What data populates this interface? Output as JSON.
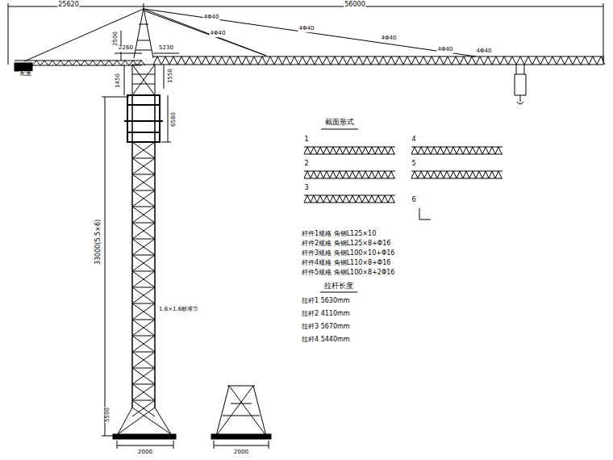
{
  "diagram": {
    "labels": [
      "25620",
      "56000",
      "2500",
      "4Φ40",
      "4Φ40",
      "4Φ40",
      "4Φ40",
      "4Φ40",
      "4Φ40",
      "2260",
      "5230",
      "配重",
      "1450",
      "1550",
      "6580",
      "33000(5.5×6)",
      "1.6×1.6标准节",
      "5500",
      "2000",
      "2000",
      "截面形式",
      "1",
      "4",
      "2",
      "5",
      "3",
      "6",
      "杆件1规格  角钢L125×10",
      "杆件2规格  角钢L125×8+Φ16",
      "杆件3规格  角钢L100×10+Φ16",
      "杆件4规格  角钢L110×8+Φ16",
      "杆件5规格  角钢L100×8+2Φ16",
      "拉杆长度",
      "拉杆1  5630mm",
      "拉杆2  4110mm",
      "拉杆3  5670mm",
      "拉杆4  5440mm"
    ]
  }
}
